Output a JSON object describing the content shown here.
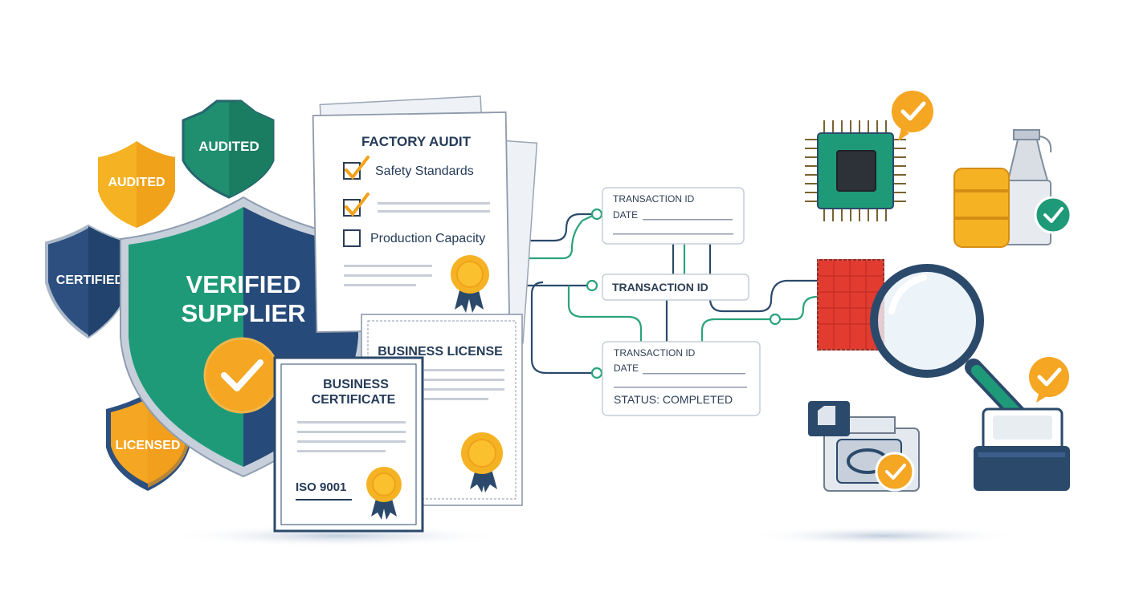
{
  "colors": {
    "navy": "#264a79",
    "teal": "#1f9a78",
    "gold": "#f5a623",
    "gold_light": "#fbc02d",
    "red": "#e53935",
    "line_gray": "#c8d0da",
    "connector_green": "#2aa37a",
    "connector_navy": "#2b4a6b"
  },
  "badges": {
    "main": {
      "line1": "VERIFIED",
      "line2": "SUPPLIER",
      "icon": "checkmark-icon"
    },
    "audited_gold": "AUDITED",
    "audited_teal": "AUDITED",
    "certified": "CERTIFIED",
    "licensed": "LICENSED"
  },
  "documents": {
    "factory_audit": {
      "title": "FACTORY AUDIT",
      "items": [
        {
          "label": "Safety Standards",
          "checked": true
        },
        {
          "label": "",
          "checked": true
        },
        {
          "label": "Production Capacity",
          "checked": false
        }
      ]
    },
    "business_license": {
      "title": "BUSINESS LICENSE"
    },
    "business_certificate": {
      "title_line1": "BUSINESS",
      "title_line2": "CERTIFICATE",
      "footer": "ISO 9001"
    }
  },
  "transactions": [
    {
      "line1": "TRANSACTION ID",
      "line2": "DATE"
    },
    {
      "line1": "TRANSACTION ID"
    },
    {
      "line1": "TRANSACTION ID",
      "line2": "DATE",
      "status": "STATUS: COMPLETED"
    }
  ],
  "products": [
    {
      "name": "microchip",
      "verified": true,
      "badge_color": "gold"
    },
    {
      "name": "tape-and-bottle",
      "verified": true,
      "badge_color": "teal"
    },
    {
      "name": "fabric-sample",
      "verified": false
    },
    {
      "name": "magnifying-glass",
      "verified": false
    },
    {
      "name": "machine-part",
      "verified": true,
      "badge_color": "gold"
    },
    {
      "name": "container",
      "verified": true,
      "badge_color": "gold"
    }
  ]
}
